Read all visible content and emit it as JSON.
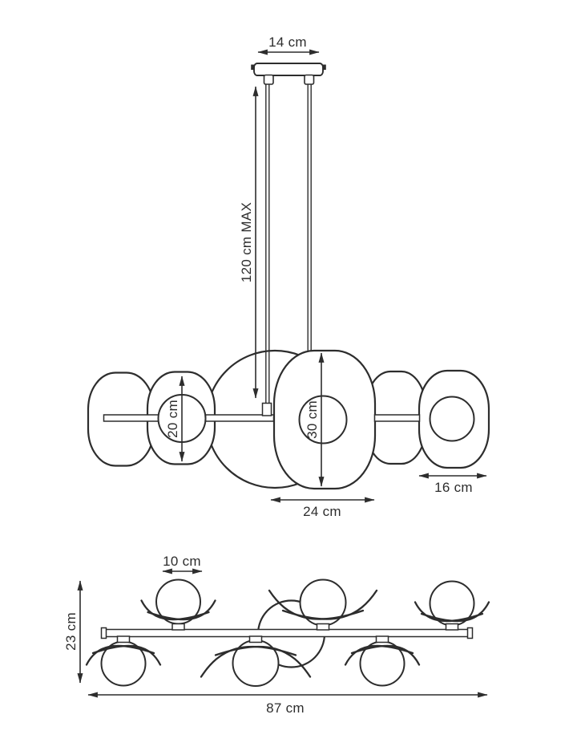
{
  "colors": {
    "line": "#2d2d2d",
    "background": "#ffffff"
  },
  "front_view": {
    "canopy_width_label": "14 cm",
    "max_drop_label": "120 cm MAX",
    "small_shade_diameter_label": "20 cm",
    "large_shade_diameter_label": "30 cm",
    "large_shade_width_label": "24 cm",
    "right_shade_width_label": "16 cm"
  },
  "top_view": {
    "ball_diameter_label": "10 cm",
    "depth_label": "23 cm",
    "length_label": "87 cm"
  }
}
